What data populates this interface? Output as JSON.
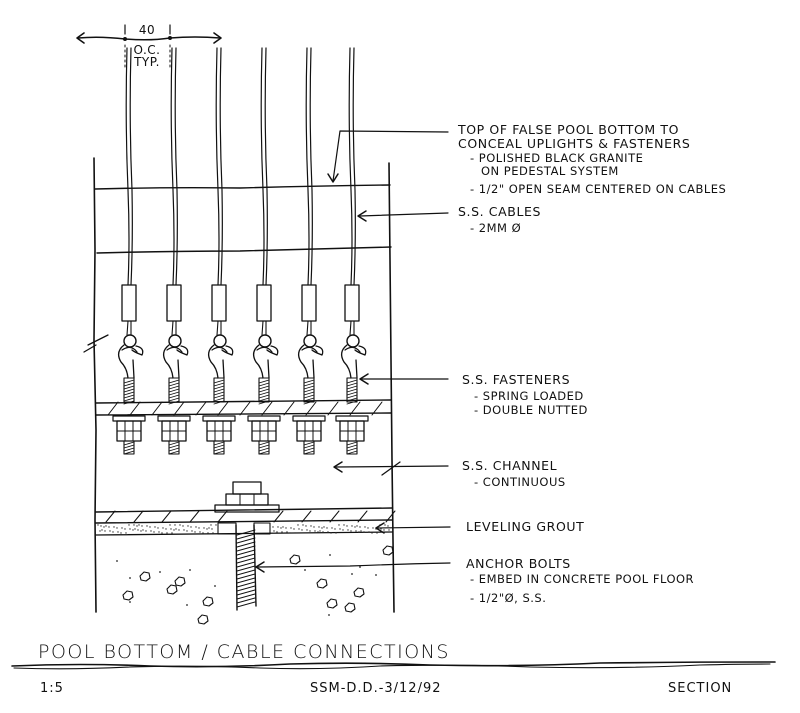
{
  "dimension": {
    "value": "40",
    "note_line1": "O.C.",
    "note_line2": "TYP."
  },
  "callouts": {
    "false_bottom": {
      "title_line1": "TOP OF FALSE POOL BOTTOM TO",
      "title_line2": "CONCEAL UPLIGHTS & FASTENERS",
      "note1_line1": "- POLISHED BLACK GRANITE",
      "note1_line2": "ON PEDESTAL SYSTEM",
      "note2": "- 1/2\" OPEN SEAM CENTERED ON CABLES"
    },
    "cables": {
      "title": "S.S. CABLES",
      "note1": "- 2MM Ø"
    },
    "fasteners": {
      "title": "S.S. FASTENERS",
      "note1": "- SPRING LOADED",
      "note2": "- DOUBLE NUTTED"
    },
    "channel": {
      "title": "S.S. CHANNEL",
      "note1": "- CONTINUOUS"
    },
    "grout": {
      "title": "LEVELING GROUT"
    },
    "anchor": {
      "title": "ANCHOR BOLTS",
      "note1": "- EMBED IN CONCRETE POOL FLOOR",
      "note2": "- 1/2\"Ø, S.S."
    }
  },
  "title_block": {
    "title": "POOL BOTTOM / CABLE CONNECTIONS",
    "scale": "1:5",
    "author_date": "SSM-D.D.-3/12/92",
    "view": "SECTION"
  },
  "cable_count": 6
}
